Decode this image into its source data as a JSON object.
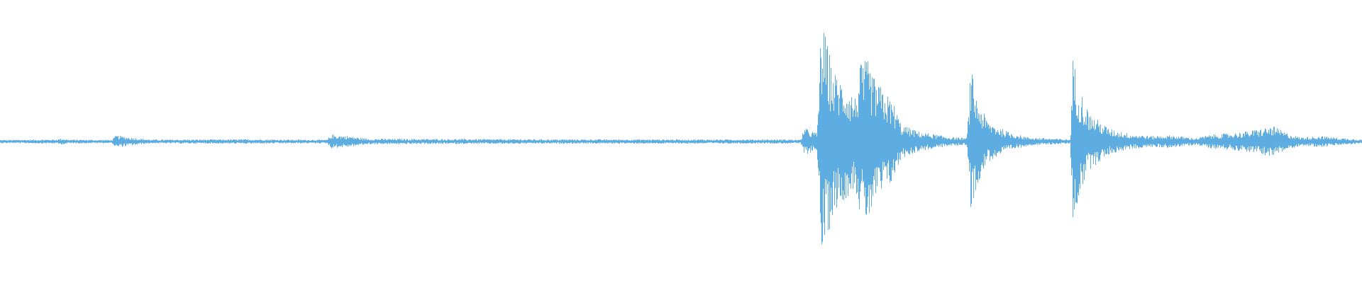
{
  "waveform": {
    "color": "#5dade2",
    "background": "#ffffff",
    "envelope": [
      [
        0.0,
        0.012
      ],
      [
        0.04,
        0.015
      ],
      [
        0.045,
        0.022
      ],
      [
        0.05,
        0.014
      ],
      [
        0.082,
        0.012
      ],
      [
        0.085,
        0.045
      ],
      [
        0.095,
        0.03
      ],
      [
        0.11,
        0.014
      ],
      [
        0.18,
        0.016
      ],
      [
        0.24,
        0.013
      ],
      [
        0.243,
        0.05
      ],
      [
        0.255,
        0.04
      ],
      [
        0.27,
        0.02
      ],
      [
        0.4,
        0.016
      ],
      [
        0.58,
        0.015
      ],
      [
        0.588,
        0.013
      ],
      [
        0.59,
        0.1
      ],
      [
        0.6,
        0.06
      ],
      [
        0.603,
        0.85
      ],
      [
        0.607,
        0.72
      ],
      [
        0.612,
        0.5
      ],
      [
        0.62,
        0.42
      ],
      [
        0.628,
        0.32
      ],
      [
        0.632,
        0.55
      ],
      [
        0.637,
        0.58
      ],
      [
        0.642,
        0.45
      ],
      [
        0.65,
        0.35
      ],
      [
        0.656,
        0.28
      ],
      [
        0.662,
        0.12
      ],
      [
        0.675,
        0.07
      ],
      [
        0.69,
        0.045
      ],
      [
        0.7,
        0.03
      ],
      [
        0.71,
        0.025
      ],
      [
        0.713,
        0.53
      ],
      [
        0.717,
        0.32
      ],
      [
        0.725,
        0.15
      ],
      [
        0.74,
        0.07
      ],
      [
        0.755,
        0.03
      ],
      [
        0.786,
        0.015
      ],
      [
        0.788,
        0.62
      ],
      [
        0.792,
        0.4
      ],
      [
        0.8,
        0.2
      ],
      [
        0.815,
        0.09
      ],
      [
        0.83,
        0.055
      ],
      [
        0.845,
        0.04
      ],
      [
        0.86,
        0.045
      ],
      [
        0.878,
        0.025
      ],
      [
        0.89,
        0.05
      ],
      [
        0.905,
        0.06
      ],
      [
        0.92,
        0.08
      ],
      [
        0.935,
        0.11
      ],
      [
        0.945,
        0.06
      ],
      [
        0.955,
        0.03
      ],
      [
        0.97,
        0.04
      ],
      [
        0.985,
        0.025
      ],
      [
        1.0,
        0.015
      ]
    ]
  }
}
